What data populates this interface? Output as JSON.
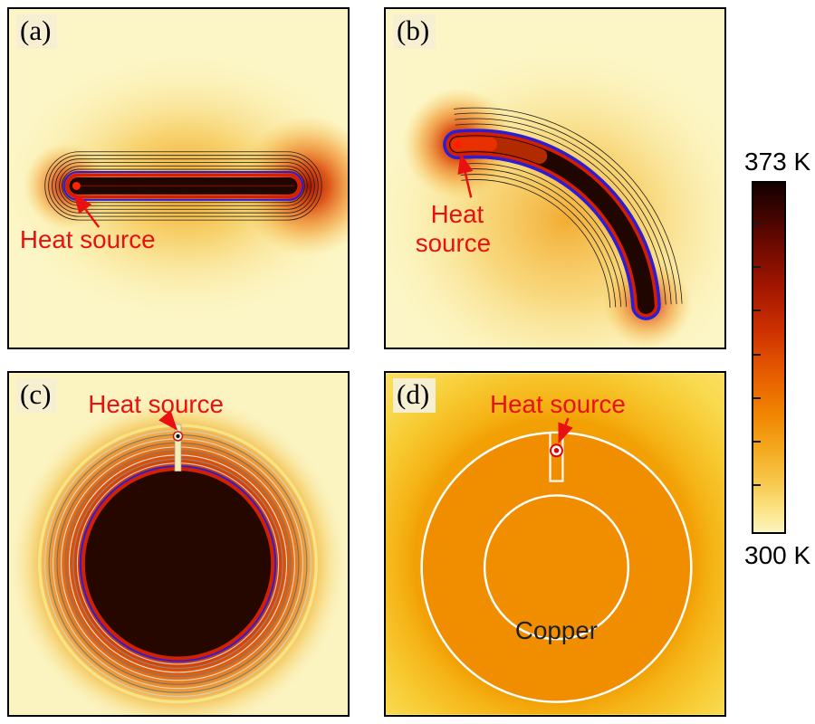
{
  "figure": {
    "description": "Four-panel thermal simulation figure with temperature colorbar",
    "panels": {
      "a": {
        "label": "(a)",
        "annotation": "Heat source"
      },
      "b": {
        "label": "(b)",
        "annotation_line1": "Heat",
        "annotation_line2": "source"
      },
      "c": {
        "label": "(c)",
        "annotation": "Heat source"
      },
      "d": {
        "label": "(d)",
        "annotation": "Heat source",
        "material": "Copper"
      }
    },
    "colorbar": {
      "max_label": "373 K",
      "min_label": "300 K",
      "max_value": 373,
      "min_value": 300,
      "unit": "K"
    },
    "colors": {
      "annotation_red": "#E81010",
      "contour_blue": "#2A1FD4",
      "hot_dark": "#1F0600",
      "copper_orange": "#F18E00",
      "background_yellow": "#FCF6C6",
      "colorbar_top": "#140000",
      "colorbar_bottom": "#FDF4C0"
    }
  }
}
